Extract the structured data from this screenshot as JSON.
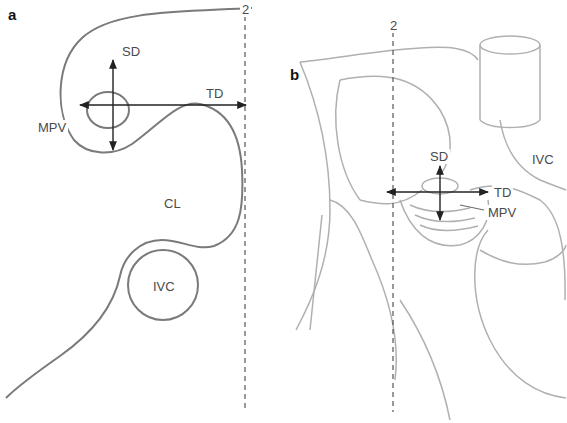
{
  "diagram": {
    "labels": [
      "a",
      "2",
      "SD",
      "TD",
      "MPV",
      "CL",
      "IVC",
      "b",
      "2",
      "SD",
      "TD",
      "MPV",
      "IVC"
    ]
  }
}
